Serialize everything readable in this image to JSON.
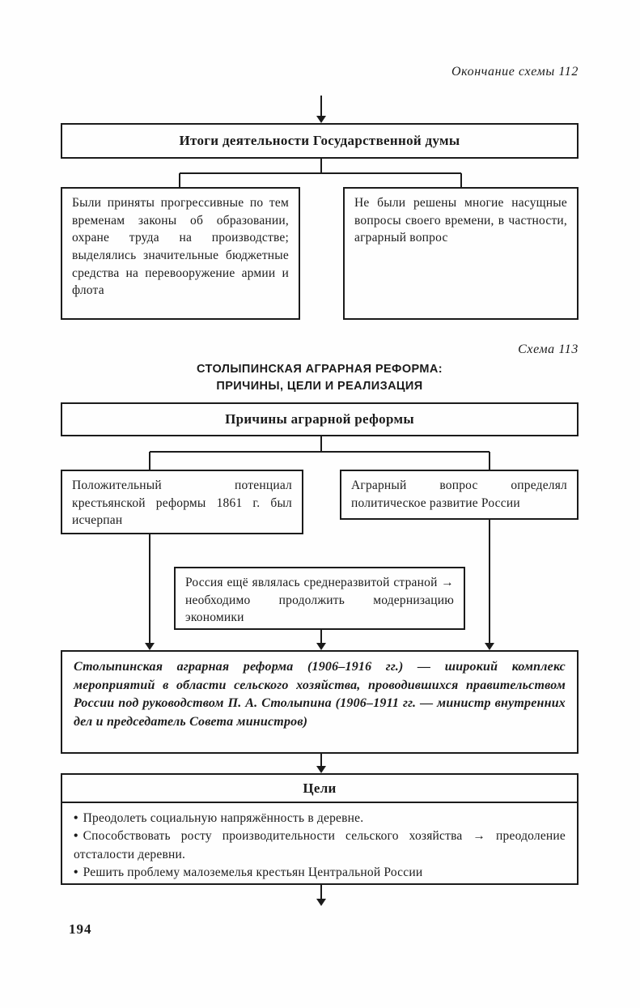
{
  "colors": {
    "ink": "#1b1b1b",
    "paper": "#fefefe"
  },
  "page": {
    "continuation_note": "Окончание схемы 112",
    "page_number": "194"
  },
  "scheme_112": {
    "title_box": "Итоги деятельности Государственной думы",
    "left_box": "Были приняты прогрессивные по тем временам законы об образовании, охране труда на производстве; выделялись значительные бюджетные средства на перевооружение армии и флота",
    "right_box": "Не были решены многие насущные вопросы своего времени, в частности, аграрный вопрос"
  },
  "scheme_113": {
    "label": "Схема 113",
    "heading_line1": "СТОЛЫПИНСКАЯ АГРАРНАЯ РЕФОРМА:",
    "heading_line2": "ПРИЧИНЫ, ЦЕЛИ И РЕАЛИЗАЦИЯ",
    "causes_title": "Причины аграрной реформы",
    "cause_left": "Положительный потенциал крестьянской реформы 1861 г. был исчерпан",
    "cause_right": "Аграрный вопрос определял политическое развитие России",
    "cause_middle": "Россия ещё являлась среднеразвитой страной → необходимо продолжить модернизацию экономики",
    "definition": "Столыпинская аграрная реформа (1906–1916 гг.) — широкий комплекс мероприятий в области сельского хозяйства, проводившихся правительством России под руководством П. А. Столыпина (1906–1911 гг. — министр внутренних дел и председатель Совета министров)",
    "goals_title": "Цели",
    "bullet": "•",
    "goals": [
      "Преодолеть социальную напряжённость в деревне.",
      "Способствовать росту производительности сельского хозяйства → преодоление отсталости деревни.",
      "Решить проблему малоземелья крестьян Центральной России"
    ]
  }
}
